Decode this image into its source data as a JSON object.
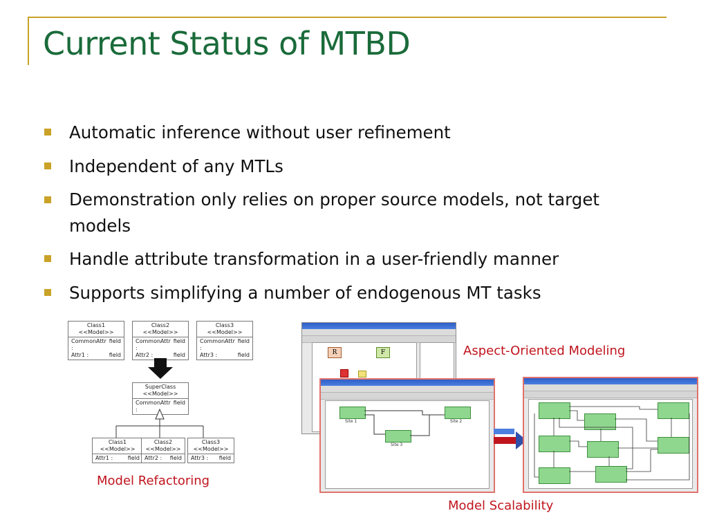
{
  "slide": {
    "title": "Current Status of MTBD",
    "bullets": [
      "Automatic inference without user refinement",
      "Independent of any MTLs",
      "Demonstration only relies on proper source models, not target models",
      "Handle attribute transformation in a user-friendly manner",
      "Supports simplifying a number of endogenous MT tasks"
    ],
    "accent_color": "#c9a227",
    "title_color": "#1a6b3a",
    "caption_color": "#c0141d"
  },
  "uml": {
    "top": [
      {
        "name": "Class1",
        "stereo": "<<Model>>",
        "attrs": [
          [
            "CommonAttr :",
            "field"
          ],
          [
            "Attr1 :",
            "field"
          ]
        ]
      },
      {
        "name": "Class2",
        "stereo": "<<Model>>",
        "attrs": [
          [
            "CommonAttr :",
            "field"
          ],
          [
            "Attr2 :",
            "field"
          ]
        ]
      },
      {
        "name": "Class3",
        "stereo": "<<Model>>",
        "attrs": [
          [
            "CommonAttr :",
            "field"
          ],
          [
            "Attr3 :",
            "field"
          ]
        ]
      }
    ],
    "super": {
      "name": "SuperClass",
      "stereo": "<<Model>>",
      "attrs": [
        [
          "CommonAttr :",
          "field"
        ]
      ]
    },
    "bottom": [
      {
        "name": "Class1",
        "stereo": "<<Model>>",
        "attrs": [
          [
            "Attr1 :",
            "field"
          ]
        ]
      },
      {
        "name": "Class2",
        "stereo": "<<Model>>",
        "attrs": [
          [
            "Attr2 :",
            "field"
          ]
        ]
      },
      {
        "name": "Class3",
        "stereo": "<<Model>>",
        "attrs": [
          [
            "Attr3 :",
            "field"
          ]
        ]
      }
    ]
  },
  "captions": {
    "refactoring": "Model Refactoring",
    "aspect": "Aspect-Oriented Modeling",
    "scalability": "Model Scalability"
  },
  "screens": {
    "site_labels_left": [
      "Site 1",
      "Site 2",
      "Site 3"
    ],
    "aop_nodes": [
      "R",
      "F"
    ]
  }
}
